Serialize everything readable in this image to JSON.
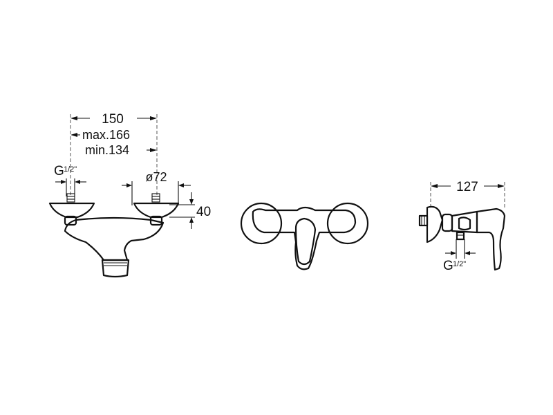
{
  "front_view": {
    "dim_width": "150",
    "dim_max": "max.166",
    "dim_min": "min.134",
    "thread_label": "G",
    "thread_fraction": "1/2\"",
    "dim_diameter": "ø72",
    "dim_height": "40"
  },
  "side_view": {
    "dim_depth": "127",
    "thread_label": "G",
    "thread_fraction": "1/2\""
  }
}
